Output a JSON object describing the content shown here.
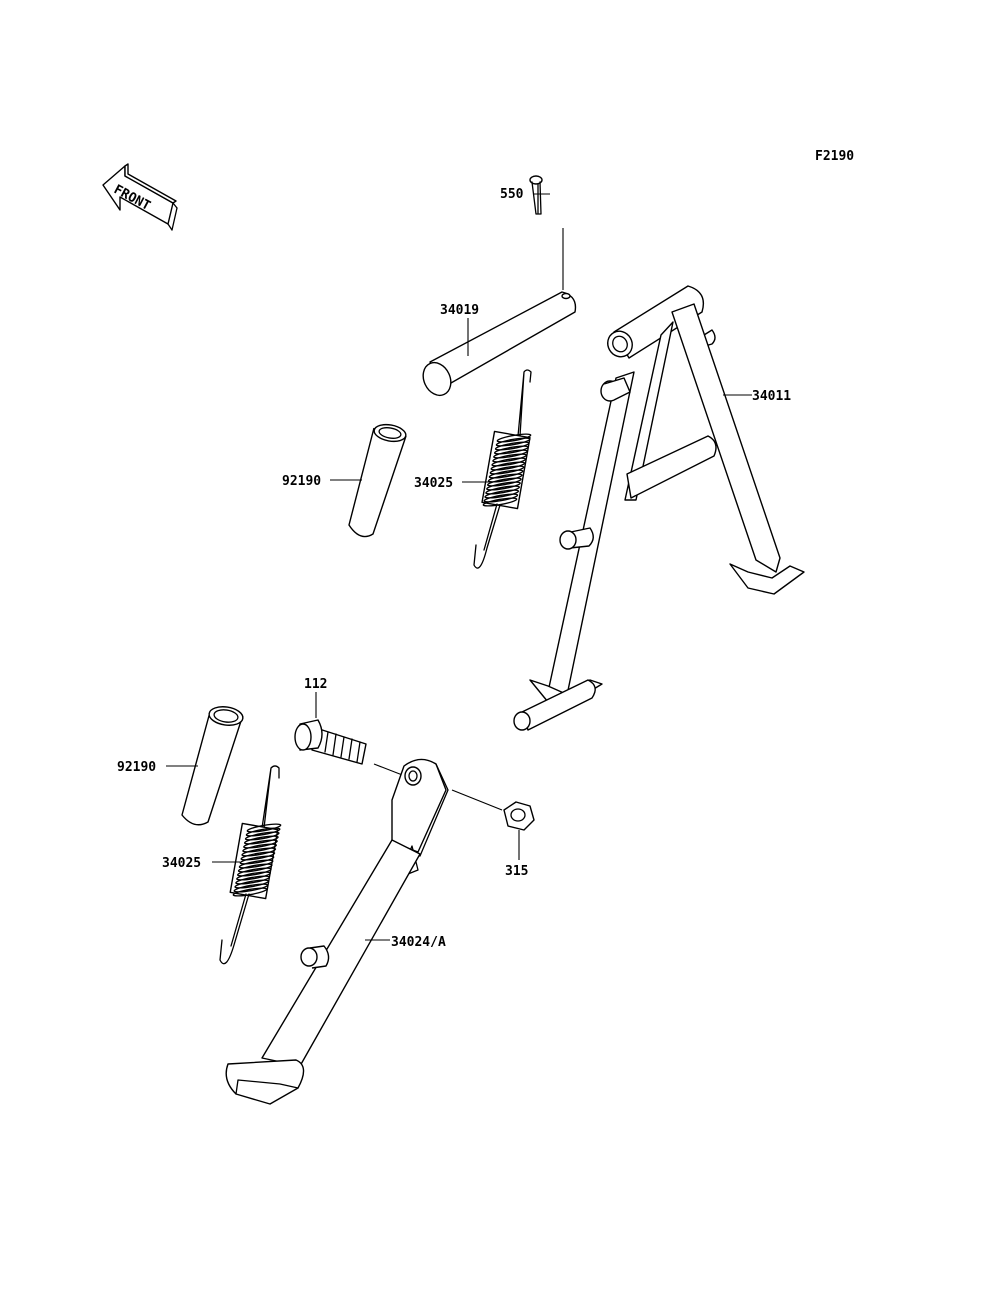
{
  "figure_code": "F2190",
  "front_label": "FRONT",
  "parts": {
    "p550": "550",
    "p34019": "34019",
    "p34011": "34011",
    "p92190_top": "92190",
    "p34025_top": "34025",
    "p112": "112",
    "p92190_bottom": "92190",
    "p34025_bottom": "34025",
    "p315": "315",
    "p34024A": "34024/A"
  }
}
